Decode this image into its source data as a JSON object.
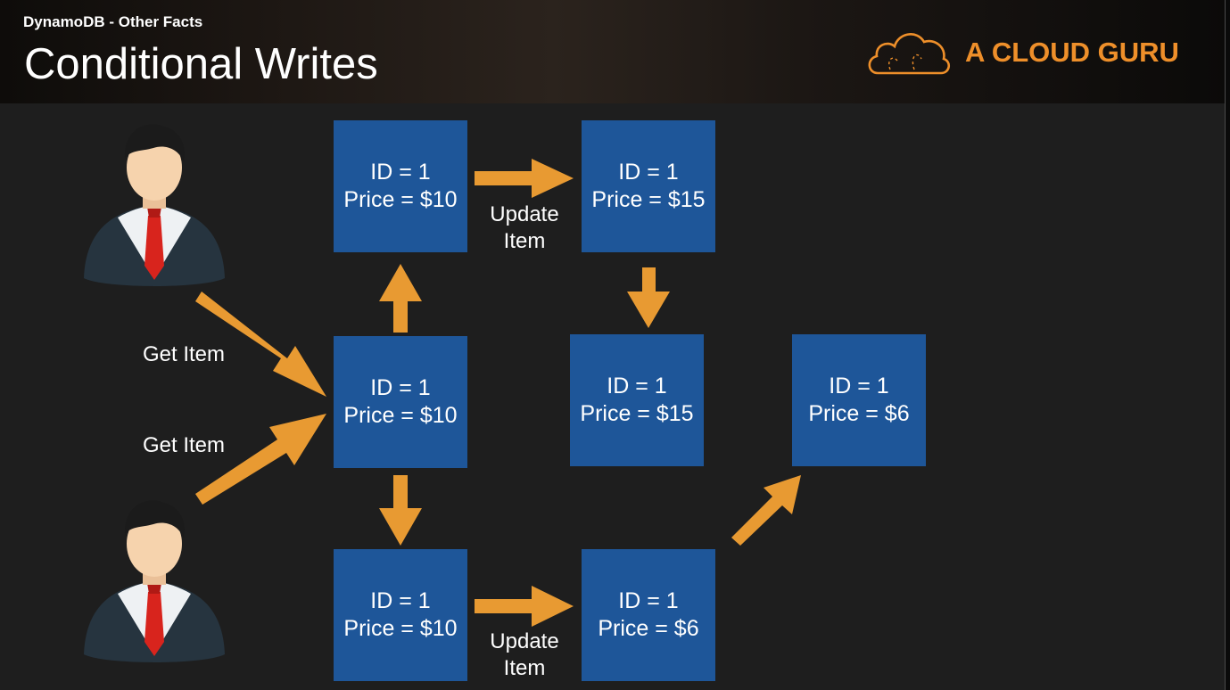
{
  "header": {
    "breadcrumb": "DynamoDB - Other Facts",
    "title": "Conditional Writes",
    "logo_text": "A CLOUD GURU"
  },
  "colors": {
    "box": "#1e5699",
    "arrow": "#e89a32",
    "logo": "#ee8f2a",
    "background": "#1e1e1e"
  },
  "boxes": {
    "top_left": {
      "id": "ID = 1",
      "price": "Price = $10"
    },
    "top_right": {
      "id": "ID = 1",
      "price": "Price = $15"
    },
    "middle_left": {
      "id": "ID = 1",
      "price": "Price = $10"
    },
    "middle_center": {
      "id": "ID = 1",
      "price": "Price = $15"
    },
    "middle_right": {
      "id": "ID = 1",
      "price": "Price = $6"
    },
    "bottom_left": {
      "id": "ID = 1",
      "price": "Price = $10"
    },
    "bottom_right": {
      "id": "ID = 1",
      "price": "Price = $6"
    }
  },
  "labels": {
    "get_item_1": "Get Item",
    "get_item_2": "Get Item",
    "update_top_line1": "Update",
    "update_top_line2": "Item",
    "update_bottom_line1": "Update",
    "update_bottom_line2": "Item"
  },
  "icons": {
    "user_1": "businessman-icon",
    "user_2": "businessman-icon",
    "logo": "cloud-logo-icon"
  }
}
